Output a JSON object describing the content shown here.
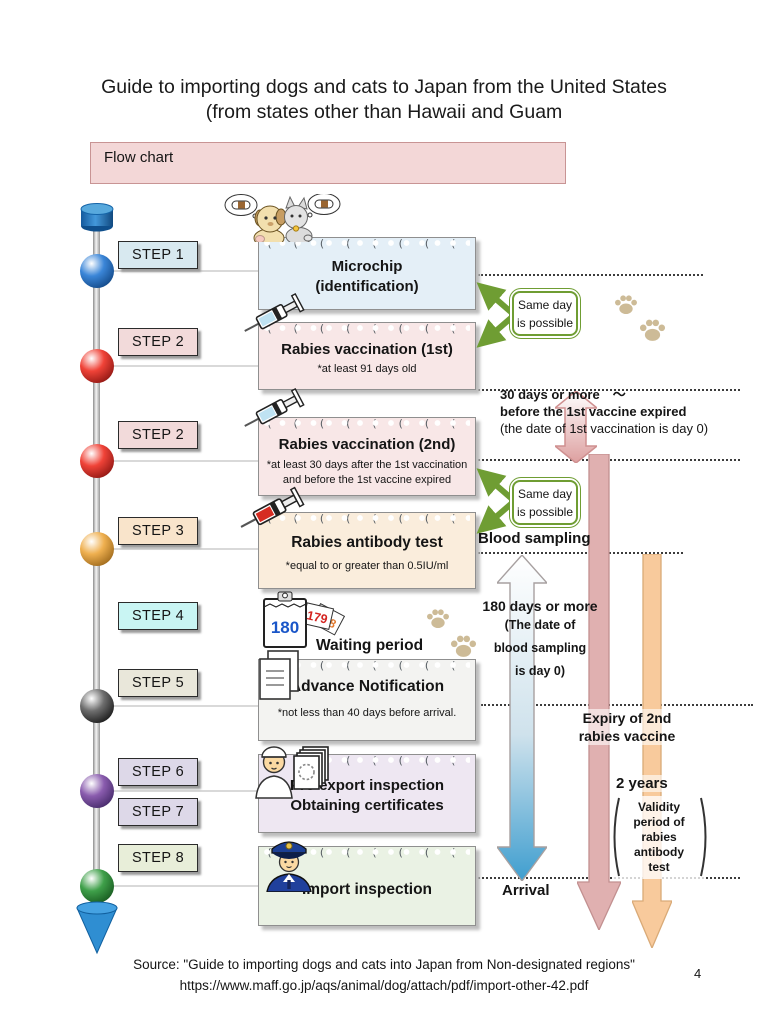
{
  "page": {
    "title_line1": "Guide to importing dogs and cats to Japan from the United States",
    "title_line2": "(from states other than Hawaii and Guam",
    "section_header": "Flow chart",
    "page_number": "4",
    "source_line1": "Source: \"Guide to importing dogs and cats into Japan from Non-designated regions\"",
    "source_line2": "https://www.maff.go.jp/aqs/animal/dog/attach/pdf/import-other-42.pdf"
  },
  "steps": [
    {
      "label": "STEP 1"
    },
    {
      "label": "STEP 2"
    },
    {
      "label": "STEP 2"
    },
    {
      "label": "STEP 3"
    },
    {
      "label": "STEP 4"
    },
    {
      "label": "STEP 5"
    },
    {
      "label": "STEP 6"
    },
    {
      "label": "STEP 7"
    },
    {
      "label": "STEP 8"
    }
  ],
  "boxes": {
    "microchip": {
      "title": "Microchip",
      "subtitle": "(identification)"
    },
    "rabies1": {
      "title": "Rabies vaccination (1st)",
      "note": "*at least 91 days old"
    },
    "rabies2": {
      "title": "Rabies vaccination (2nd)",
      "note1": "*at least 30 days after the 1st vaccination",
      "note2": "and before the 1st vaccine expired"
    },
    "antibody": {
      "title": "Rabies antibody test",
      "note": "*equal to or greater than 0.5IU/ml"
    },
    "waiting": {
      "title": "Waiting period"
    },
    "advance": {
      "title": "Advance Notification",
      "note": "*not less than 40 days before arrival."
    },
    "preexport": {
      "title": "Pre-export inspection",
      "title2": "Obtaining certificates"
    },
    "import": {
      "title": "Import inspection"
    }
  },
  "annotations": {
    "same_day_line1": "Same day",
    "same_day_line2": "is possible",
    "thirty_days_line1": "30 days or more　～",
    "thirty_days_line2": "before the 1st vaccine expired",
    "thirty_days_line3": "(the date of 1st vaccination is day 0)",
    "blood_sampling": "Blood sampling",
    "days180_line1": "180 days or more",
    "days180_line2": "(The date of",
    "days180_line3": "blood sampling",
    "days180_line4": "is day 0)",
    "expiry_line1": "Expiry of 2nd",
    "expiry_line2": "rabies vaccine",
    "two_years": "2 years",
    "validity_line1": "Validity",
    "validity_line2": "period of",
    "validity_line3": "rabies",
    "validity_line4": "antibody",
    "validity_line5": "test",
    "arrival": "Arrival"
  },
  "calendar": {
    "n1": "180",
    "n2": "179",
    "n3": "178"
  },
  "colors": {
    "header_bg": "#f3d7d7",
    "green_accent": "#6f9d33",
    "rose_arrow": "#e0b0b0",
    "orange_arrow": "#f8ca9c",
    "blue_arrow_end": "#3f9ecf",
    "paw": "#cdbb97"
  }
}
